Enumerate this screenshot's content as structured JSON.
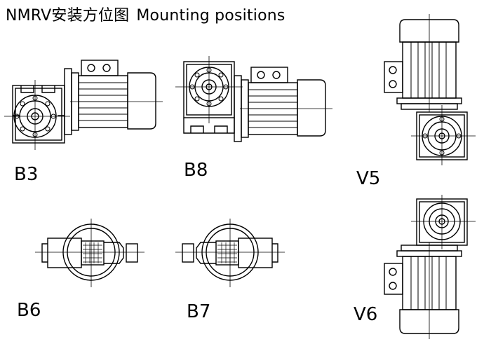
{
  "title": {
    "cn": "NMRV安装方位图",
    "en": "Mounting positions"
  },
  "positions": [
    {
      "code": "B3"
    },
    {
      "code": "B8"
    },
    {
      "code": "V5"
    },
    {
      "code": "B6"
    },
    {
      "code": "B7"
    },
    {
      "code": "V6"
    }
  ]
}
